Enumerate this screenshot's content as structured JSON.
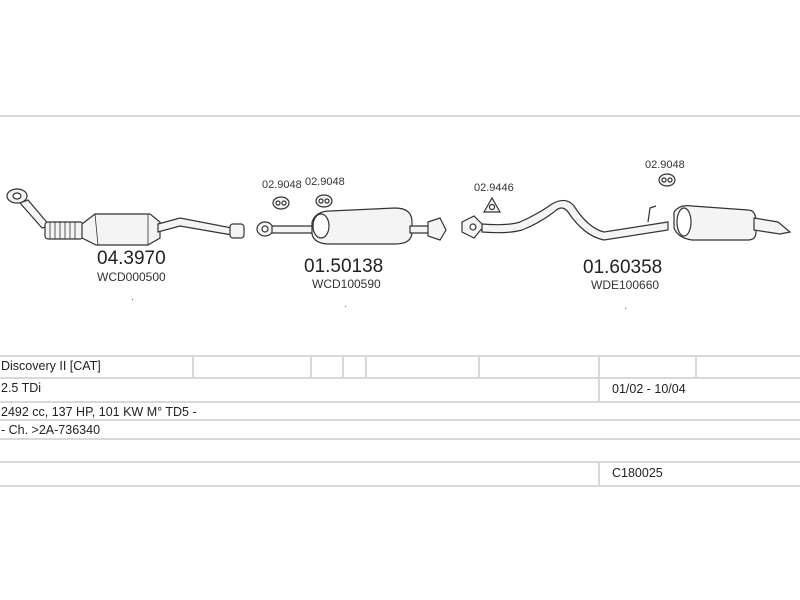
{
  "diagram": {
    "parts": [
      {
        "part_no": "04.3970",
        "code": "WCD000500",
        "dot": "·"
      },
      {
        "part_no": "01.50138",
        "code": "WCD100590",
        "dot": "·"
      },
      {
        "part_no": "01.60358",
        "code": "WDE100660",
        "dot": "·"
      }
    ],
    "hangers": [
      {
        "label": "02.9048"
      },
      {
        "label": "02.9048"
      },
      {
        "label": "02.9446"
      },
      {
        "label": "02.9048"
      }
    ]
  },
  "vehicle": {
    "model": "Discovery II  [CAT]",
    "engine": "2.5 TDi",
    "period": "01/02 - 10/04",
    "specs": "2492 cc, 137 HP, 101 KW M° TD5 -",
    "chassis": "- Ch. >2A-736340",
    "catalog_no": "C180025"
  },
  "colors": {
    "line": "#333333",
    "fill": "#f2f2f2",
    "border": "#d8d8d8"
  }
}
